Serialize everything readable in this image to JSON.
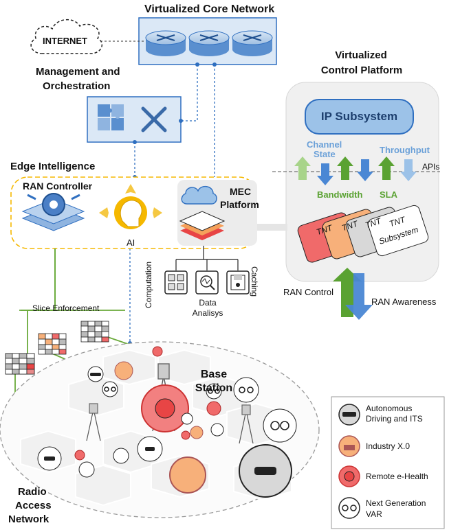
{
  "core": {
    "title": "Virtualized Core Network"
  },
  "internet": {
    "label": "INTERNET"
  },
  "mano": {
    "line1": "Management and",
    "line2": "Orchestration"
  },
  "vcp": {
    "line1": "Virtualized",
    "line2": "Control Platform"
  },
  "ip_subsystem": {
    "label": "IP Subsystem"
  },
  "apis": {
    "label": "APIs"
  },
  "arrows": {
    "channel_state_line1": "Channel",
    "channel_state_line2": "State",
    "throughput": "Throughput",
    "bandwidth": "Bandwidth",
    "sla": "SLA"
  },
  "tnt": {
    "label1": "TNT",
    "label2": "Subsystem"
  },
  "edge": {
    "title": "Edge Intelligence",
    "ran_controller": "RAN Controller",
    "ai": "AI"
  },
  "mec": {
    "line1": "MEC",
    "line2": "Platform"
  },
  "services": {
    "computation": "Computation",
    "data_line1": "Data",
    "data_line2": "Analisys",
    "caching": "Caching"
  },
  "ran_control": "RAN Control",
  "ran_awareness": "RAN Awareness",
  "slice": "Slice Enforcement",
  "base_station": {
    "line1": "Base",
    "line2": "Station"
  },
  "ran": {
    "line1": "Radio",
    "line2": "Access",
    "line3": "Network"
  },
  "legend": {
    "autonomous_line1": "Autonomous",
    "autonomous_line2": "Driving and ITS",
    "industry": "Industry X.0",
    "health": "Remote e-Health",
    "var_line1": "Next Generation",
    "var_line2": "VAR"
  },
  "colors": {
    "blue": "#2f6fc0",
    "light_blue": "#dce8f6",
    "green": "#5a9f3a",
    "orange": "#e88a3a",
    "red": "#e84545",
    "gold": "#f5b800",
    "panel_gray": "#f0f0f0"
  }
}
